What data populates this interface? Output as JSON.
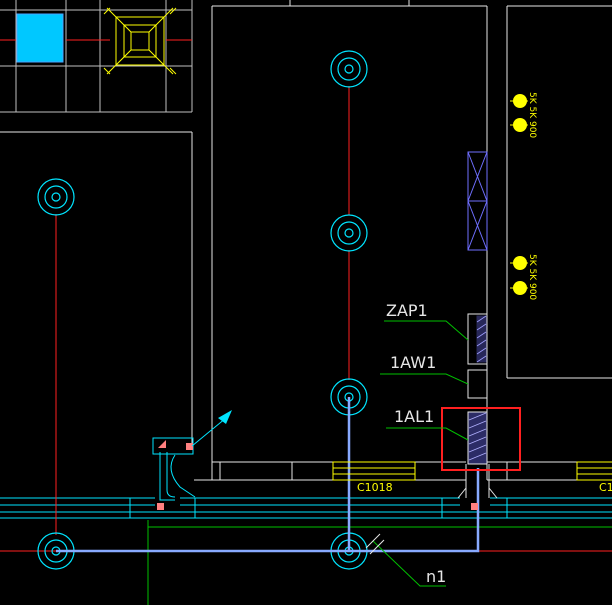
{
  "drawing": {
    "labels": {
      "zap1": "ZAP1",
      "aw1": "1AW1",
      "al1": "1AL1",
      "window_c1018": "C1018",
      "window_c1_partial": "C1",
      "circuit_n1": "n1"
    },
    "fixture_notes": [
      "5K 5K 900",
      "5K 5K 900"
    ]
  },
  "colors": {
    "background": "#000000",
    "wall": "#e6e6e6",
    "cyan": "#00e5ff",
    "red_axis": "#ff2020",
    "green_leader": "#00c000",
    "yellow": "#ffff00",
    "panel_blue": "#6f6fff",
    "wire_blue": "#88aaff",
    "highlight_box": "#ff2020"
  }
}
